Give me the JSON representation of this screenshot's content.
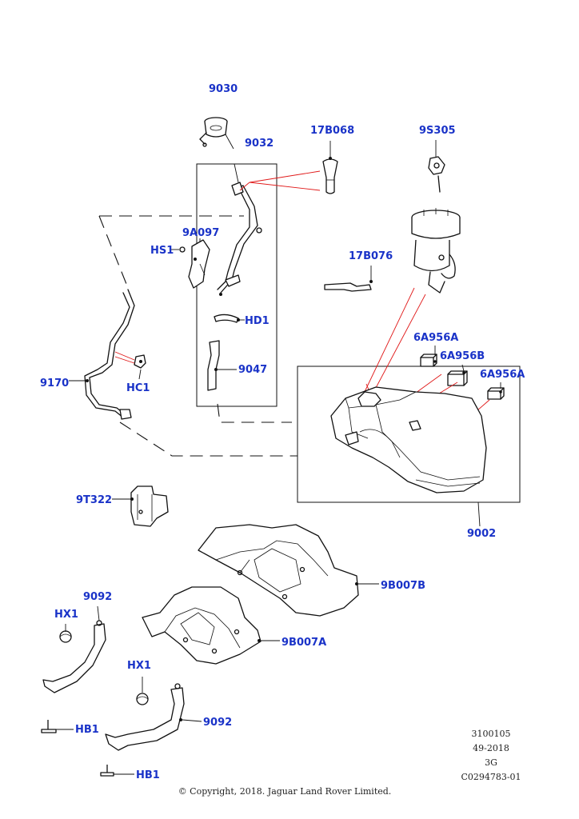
{
  "callouts": {
    "p9030": "9030",
    "p9032": "9032",
    "p17B068": "17B068",
    "p9S305": "9S305",
    "p9A097": "9A097",
    "pHS1": "HS1",
    "p17B076": "17B076",
    "pHD1": "HD1",
    "p9047": "9047",
    "p9170": "9170",
    "pHC1": "HC1",
    "p6A956A_1": "6A956A",
    "p6A956B": "6A956B",
    "p6A956A_2": "6A956A",
    "p9T322": "9T322",
    "p9002": "9002",
    "p9B007B": "9B007B",
    "p9092_1": "9092",
    "pHX1_1": "HX1",
    "p9B007A": "9B007A",
    "pHX1_2": "HX1",
    "pHB1_1": "HB1",
    "p9092_2": "9092",
    "pHB1_2": "HB1"
  },
  "footer": {
    "ref_number": "3100105",
    "date_code": "49-2018",
    "version": "3G",
    "illustration_id": "C0294783-01",
    "copyright": "© Copyright, 2018. Jaguar Land Rover Limited."
  },
  "colors": {
    "callout_text": "#1a33c8",
    "red_leader": "#e01818",
    "line_art": "#111111"
  }
}
